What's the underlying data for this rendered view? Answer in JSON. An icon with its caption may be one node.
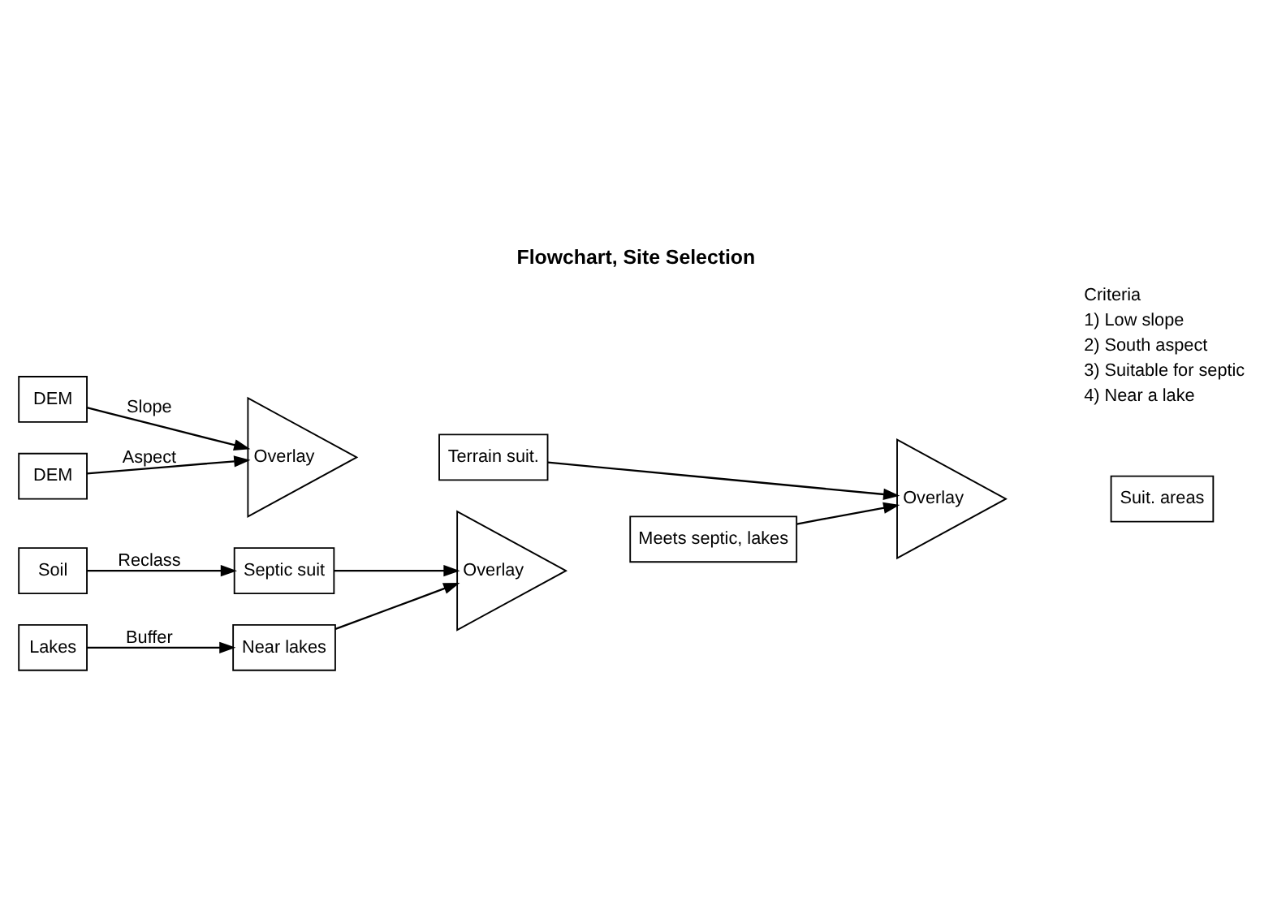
{
  "diagram": {
    "title": "Flowchart, Site Selection",
    "nodes": [
      {
        "text": [
          "DEM"
        ]
      },
      {
        "text": [
          "DEM"
        ]
      },
      {
        "text": [
          "Overlay"
        ]
      },
      {
        "text": [
          "Terrain suit."
        ]
      },
      {
        "text": [
          "Overlay"
        ]
      },
      {
        "text": [
          "Suit. areas"
        ]
      },
      {
        "text": [
          "Soil"
        ]
      },
      {
        "text": [
          "Septic suit"
        ]
      },
      {
        "text": [
          "Overlay"
        ]
      },
      {
        "text": [
          "Meets septic, lakes"
        ]
      },
      {
        "text": [
          "Lakes"
        ]
      },
      {
        "text": [
          "Near lakes"
        ]
      }
    ],
    "edges": [
      {
        "from": 0,
        "to": 2,
        "arrow": "to",
        "label": "Slope"
      },
      {
        "from": 1,
        "to": 2,
        "arrow": "to",
        "label": "Aspect"
      },
      {
        "from": 3,
        "to": 4,
        "arrow": "to"
      },
      {
        "from": 9,
        "to": 4,
        "arrow": "to"
      },
      {
        "from": 6,
        "to": 7,
        "arrow": "to",
        "label": "Reclass"
      },
      {
        "from": 10,
        "to": 11,
        "arrow": "to",
        "label": "Buffer"
      },
      {
        "from": 7,
        "to": 8,
        "arrow": "to"
      },
      {
        "from": 11,
        "to": 8,
        "arrow": "to"
      }
    ],
    "labels": [
      "Criteria",
      "1) Low slope",
      "2) South aspect",
      "3) Suitable for septic",
      "4) Near a lake"
    ]
  }
}
